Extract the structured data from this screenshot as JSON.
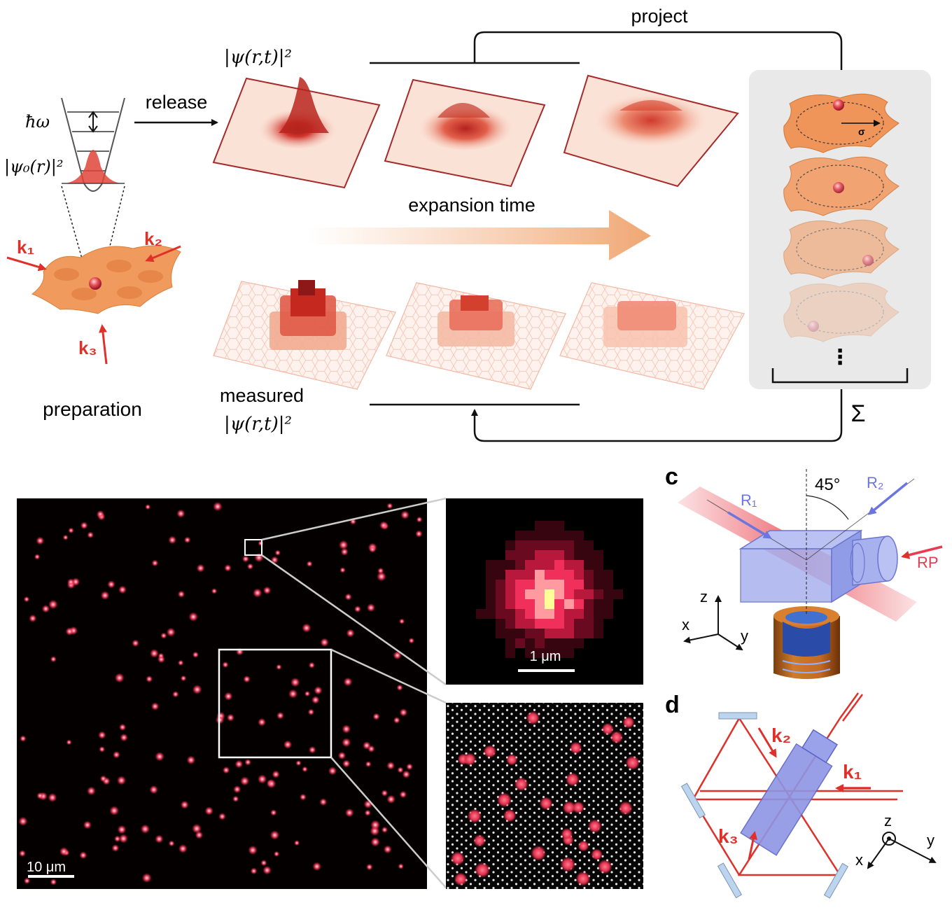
{
  "panel_a": {
    "project_label": "project",
    "release_label": "release",
    "hbar_omega": "ħω",
    "psi0_label": "|ψ₀(r)|²",
    "psi_rt_label": "|ψ(r,t)|²",
    "expansion_label": "expansion time",
    "measured_label": "measured",
    "measured_psi_label": "|ψ(r,t)|²",
    "preparation_label": "preparation",
    "sum_symbol": "Σ",
    "sigma_label": "σ",
    "k1": "k₁",
    "k2": "k₂",
    "k3": "k₃",
    "vdots": "⋮"
  },
  "panel_b": {
    "scalebar_main": "10 μm",
    "scalebar_zoom": "1 μm"
  },
  "panel_c": {
    "panel_letter": "c",
    "angle_label": "45°",
    "r1": "R₁",
    "r2": "R₂",
    "rp": "RP",
    "axis_x": "x",
    "axis_y": "y",
    "axis_z": "z"
  },
  "panel_d": {
    "panel_letter": "d",
    "k1": "k₁",
    "k2": "k₂",
    "k3": "k₃",
    "axis_x": "x",
    "axis_y": "y",
    "axis_z": "z"
  },
  "colors": {
    "red_beam": "#e0302a",
    "orange_surface": "#f0955a",
    "prism_blue": "#7d86e0",
    "dark_red": "#a52a2a"
  }
}
